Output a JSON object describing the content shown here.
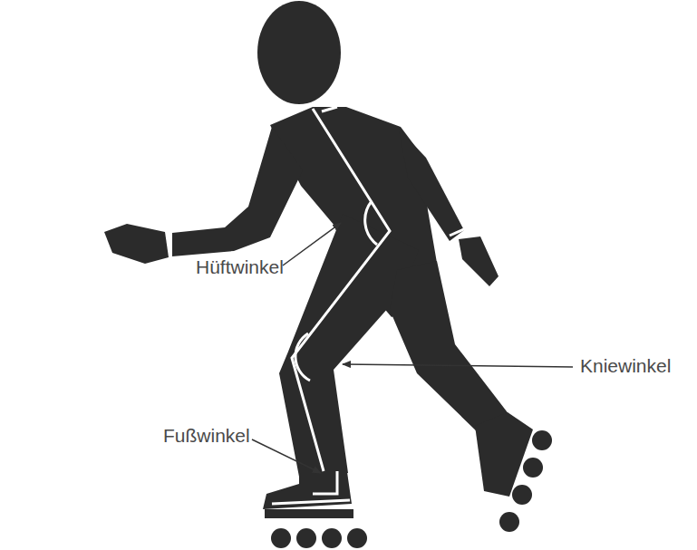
{
  "diagram": {
    "labels": [
      "Hüftwinkel",
      "Kniewinkel",
      "Fußwinkel"
    ]
  }
}
